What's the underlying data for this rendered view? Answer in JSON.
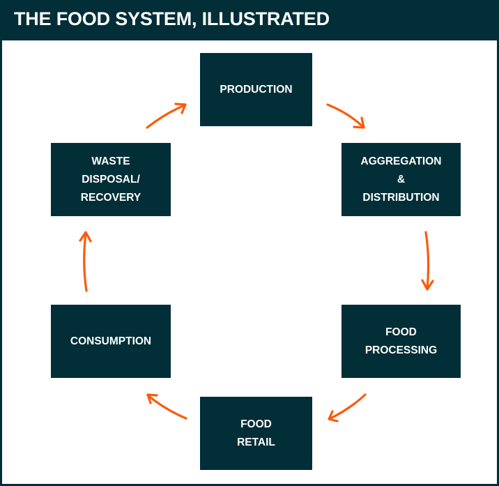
{
  "header": {
    "title": "THE FOOD SYSTEM, ILLUSTRATED"
  },
  "colors": {
    "box_fill": "#022e38",
    "box_text": "#ffffff",
    "arrow": "#fc5a0a",
    "background": "#ffffff"
  },
  "cycle": {
    "nodes": [
      {
        "id": "production",
        "lines": [
          "PRODUCTION"
        ]
      },
      {
        "id": "aggregation",
        "lines": [
          "AGGREGATION",
          "&",
          "DISTRIBUTION"
        ]
      },
      {
        "id": "processing",
        "lines": [
          "FOOD",
          "PROCESSING"
        ]
      },
      {
        "id": "retail",
        "lines": [
          "FOOD",
          "RETAIL"
        ]
      },
      {
        "id": "consumption",
        "lines": [
          "CONSUMPTION"
        ]
      },
      {
        "id": "waste",
        "lines": [
          "WASTE",
          "DISPOSAL/",
          "RECOVERY"
        ]
      }
    ],
    "edges": [
      {
        "from": "production",
        "to": "aggregation"
      },
      {
        "from": "aggregation",
        "to": "processing"
      },
      {
        "from": "processing",
        "to": "retail"
      },
      {
        "from": "retail",
        "to": "consumption"
      },
      {
        "from": "consumption",
        "to": "waste"
      },
      {
        "from": "waste",
        "to": "production"
      }
    ]
  }
}
